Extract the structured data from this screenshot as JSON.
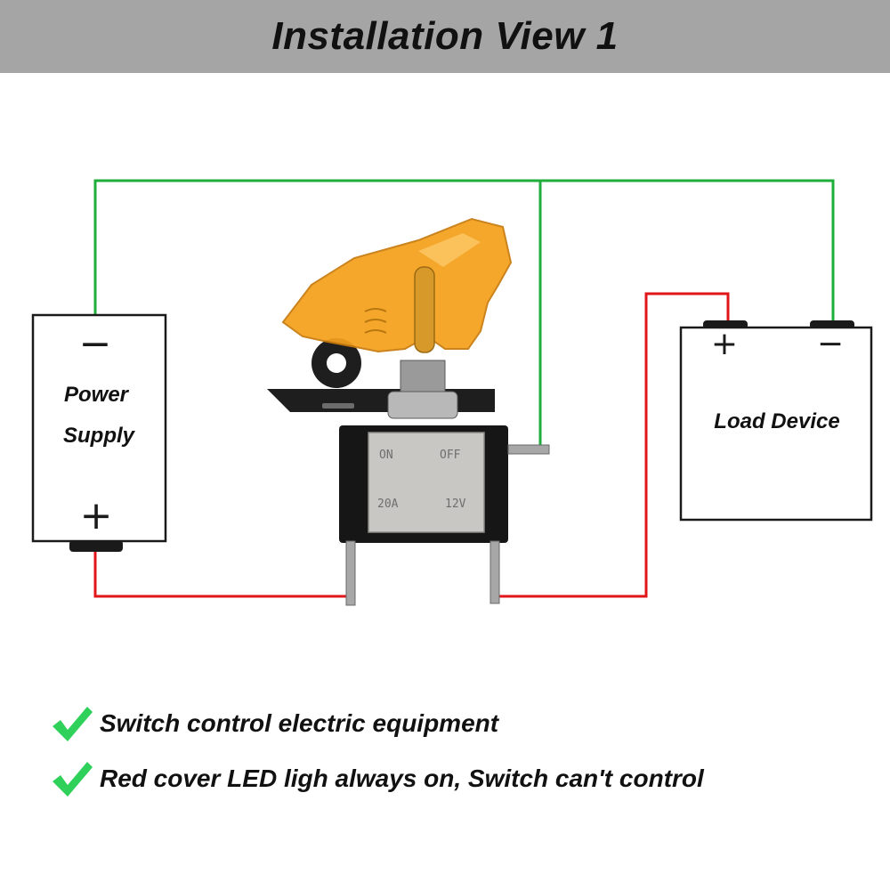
{
  "header": {
    "title": "Installation View 1"
  },
  "power_supply": {
    "label_line1": "Power",
    "label_line2": "Supply",
    "minus": "−",
    "plus": "+"
  },
  "switch": {
    "text_on": "ON",
    "text_off": "OFF",
    "text_amps": "20A",
    "text_volts": "12V"
  },
  "load_device": {
    "label": "Load Device",
    "plus": "+",
    "minus": "−"
  },
  "wires": {
    "ground_color": "#1fae3a",
    "positive_color": "#e0161b"
  },
  "notes": [
    {
      "icon": "check-icon",
      "text": "Switch control electric equipment"
    },
    {
      "icon": "check-icon",
      "text": "Red cover LED ligh always on, Switch can't control"
    }
  ],
  "colors": {
    "header_bg": "#a5a5a5",
    "cover": "#f4a11c",
    "check": "#2fd15a"
  }
}
